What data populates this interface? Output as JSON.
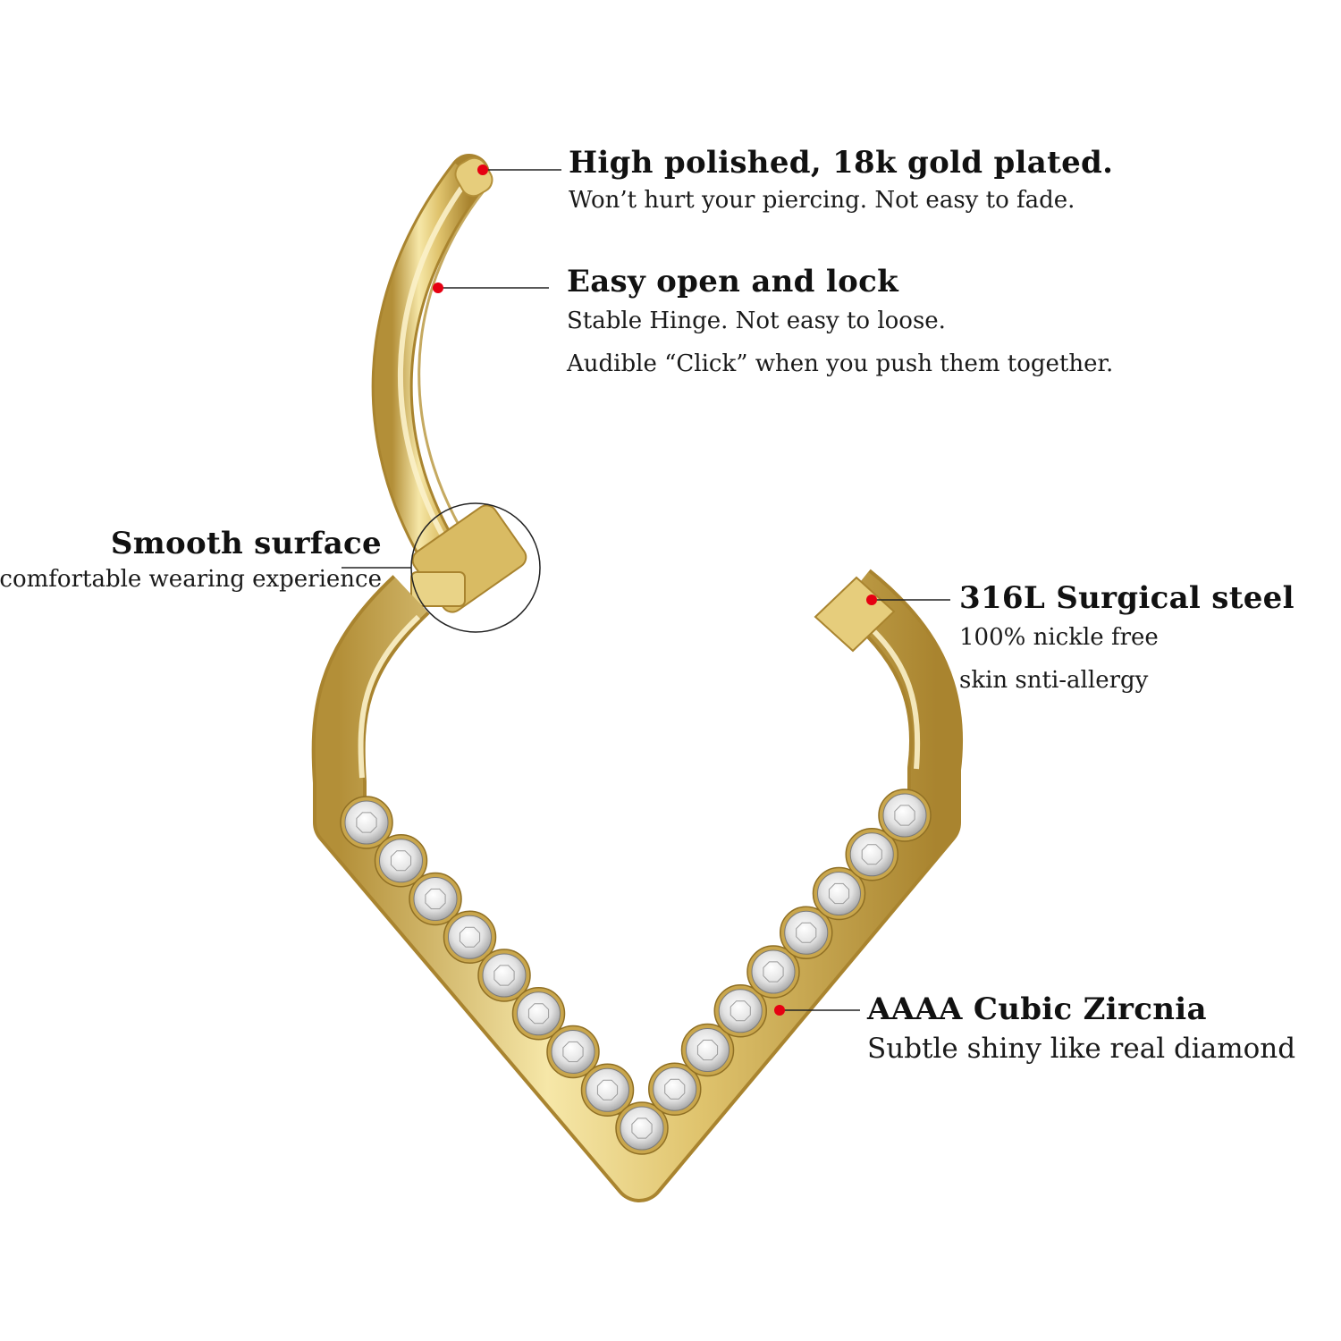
{
  "colors": {
    "background": "#ffffff",
    "gold_light": "#f6e7a8",
    "gold_mid": "#e0c46e",
    "gold_dark": "#b38f38",
    "leader_dot": "#e60012",
    "leader_line": "#222222",
    "gem": "#e8e8e8"
  },
  "callouts": {
    "polish": {
      "title": "High polished, 18k gold plated.",
      "lines": [
        "Won’t hurt your piercing. Not easy to fade."
      ]
    },
    "lock": {
      "title": "Easy open and lock",
      "lines": [
        "Stable Hinge. Not easy to loose.",
        "Audible “Click”  when you push them together."
      ]
    },
    "smooth": {
      "title": "Smooth surface",
      "lines": [
        "comfortable wearing experience"
      ]
    },
    "steel": {
      "title": "316L Surgical steel",
      "lines": [
        "100% nickle free",
        "skin snti-allergy"
      ]
    },
    "zirconia": {
      "title": "AAAA Cubic Zircnia",
      "lines": [
        "Subtle shiny like real diamond"
      ]
    }
  },
  "product": {
    "image": "gold-hinged-septum-ring",
    "gem_count": 17
  }
}
